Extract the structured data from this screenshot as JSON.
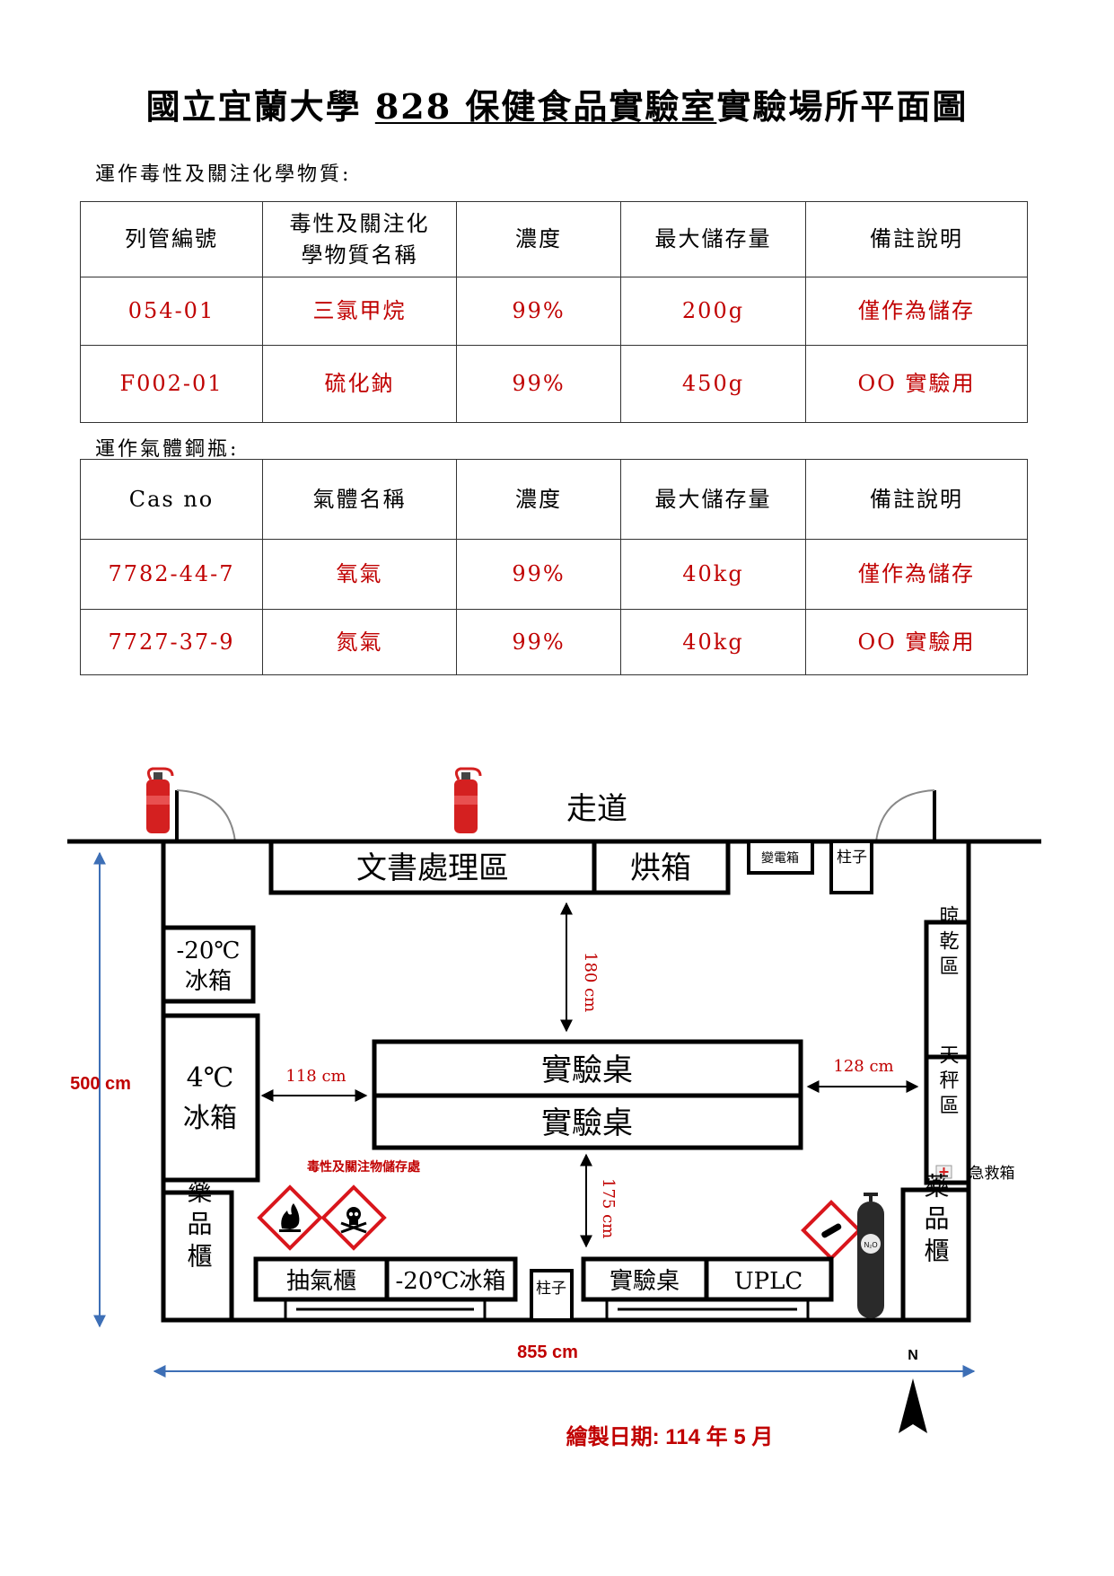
{
  "title": {
    "prefix": "國立宜蘭大學 ",
    "underlined": "828 保健食品實驗室",
    "suffix": "實驗場所平面圖"
  },
  "chem_section": {
    "caption": "運作毒性及關注化學物質:",
    "header": [
      "列管編號",
      "毒性及關注化學物質名稱",
      "濃度",
      "最大儲存量",
      "備註說明"
    ],
    "rows": [
      [
        "054-01",
        "三氯甲烷",
        "99%",
        "200g",
        "僅作為儲存"
      ],
      [
        "F002-01",
        "硫化鈉",
        "99%",
        "450g",
        "OO 實驗用"
      ]
    ]
  },
  "gas_section": {
    "caption": "運作氣體鋼瓶:",
    "header": [
      "Cas no",
      "氣體名稱",
      "濃度",
      "最大儲存量",
      "備註說明"
    ],
    "rows": [
      [
        "7782-44-7",
        "氧氣",
        "99%",
        "40kg",
        "僅作為儲存"
      ],
      [
        "7727-37-9",
        "氮氣",
        "99%",
        "40kg",
        "OO 實驗用"
      ]
    ]
  },
  "floor_plan": {
    "corridor": "走道",
    "document_area": "文書處理區",
    "oven": "烘箱",
    "transformer_box": "變電箱",
    "pillar": "柱子",
    "freezer_minus20": [
      "-20℃",
      "冰箱"
    ],
    "fridge_4c": [
      "4℃",
      "冰箱"
    ],
    "drying_area": "晾乾區",
    "balance_area": "天秤區",
    "first_aid": "急救箱",
    "lab_bench": "實驗桌",
    "chem_cabinet": "藥品櫃",
    "fume_hood": "抽氣櫃",
    "bottom_freezer": "-20℃冰箱",
    "uplc": "UPLC",
    "toxic_storage": "毒性及關注物儲存處",
    "dim_180": "180 cm",
    "dim_118": "118 cm",
    "dim_128": "128 cm",
    "dim_175": "175 cm",
    "dim_500": "500 cm",
    "dim_855": "855 cm",
    "north": "N",
    "cylinder_label": "N₂O",
    "drawn_date": "繪製日期: 114 年 5 月",
    "colors": {
      "extinguisher": "#d42020",
      "dimension": "#3d6fb6",
      "red_text": "#c00000",
      "hazard_red": "#d9161c"
    }
  }
}
